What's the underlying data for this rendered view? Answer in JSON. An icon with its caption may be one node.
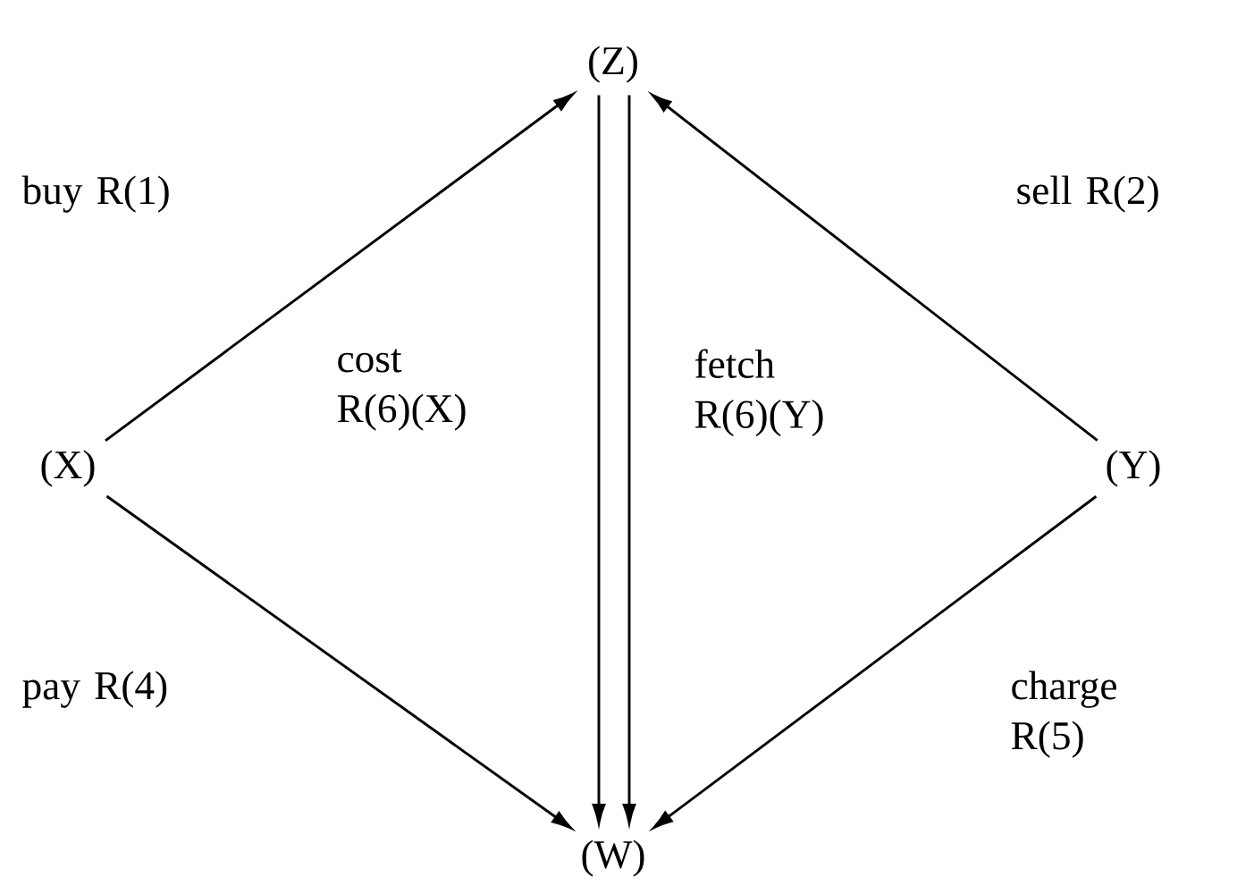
{
  "diagram": {
    "nodes": [
      {
        "text": [
          "(Z)"
        ]
      },
      {
        "text": [
          "(X)"
        ]
      },
      {
        "text": [
          "(Y)"
        ]
      },
      {
        "text": [
          "(W)"
        ]
      }
    ],
    "edges": [
      {
        "from": 1,
        "to": 0,
        "arrow": "to",
        "label": "buy R(1)"
      },
      {
        "from": 2,
        "to": 0,
        "arrow": "to",
        "label": "sell R(2)"
      },
      {
        "from": 0,
        "to": 3,
        "arrow": "to",
        "label": "cost R(6)(X)"
      },
      {
        "from": 0,
        "to": 3,
        "arrow": "to",
        "label": "fetch R(6)(Y)"
      },
      {
        "from": 1,
        "to": 3,
        "arrow": "to",
        "label": "pay R(4)"
      },
      {
        "from": 2,
        "to": 3,
        "arrow": "to",
        "label": "charge R(5)"
      }
    ]
  }
}
